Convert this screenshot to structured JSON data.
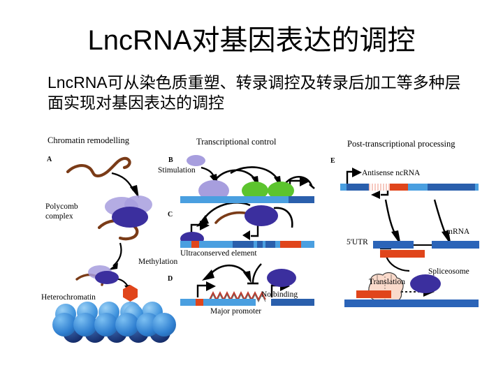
{
  "slide": {
    "title": "LncRNA对基因表达的调控",
    "subtitle": "LncRNA可从染色质重塑、转录调控及转录后加工等多种层面实现对基因表达的调控",
    "background_color": "#ffffff"
  },
  "figure": {
    "panels": [
      {
        "id": "left",
        "heading": "Chromatin remodelling",
        "letters": [
          "A"
        ],
        "labels": [
          "Polycomb complex",
          "Methylation",
          "Heterochromatin"
        ]
      },
      {
        "id": "middle",
        "heading": "Transcriptional control",
        "letters": [
          "B",
          "C",
          "D"
        ],
        "labels": [
          "Stimulation",
          "Ultraconserved element",
          "No binding",
          "Major promoter"
        ]
      },
      {
        "id": "right",
        "heading": "Post-transcriptional processing",
        "letters": [
          "E"
        ],
        "labels": [
          "Antisense ncRNA",
          "5'UTR",
          "mRNA",
          "Spliceosome",
          "Translation"
        ]
      }
    ],
    "label_text": {
      "chromatin_remodelling": "Chromatin remodelling",
      "transcriptional_control": "Transcriptional control",
      "post_transcriptional_processing": "Post-transcriptional processing",
      "a": "A",
      "b": "B",
      "c": "C",
      "d": "D",
      "e": "E",
      "polycomb_line1": "Polycomb",
      "polycomb_line2": "complex",
      "methylation": "Methylation",
      "heterochromatin": "Heterochromatin",
      "stimulation": "Stimulation",
      "ultraconserved_element": "Ultraconserved element",
      "no_binding": "No binding",
      "major_promoter": "Major promoter",
      "antisense_ncrna": "Antisense ncRNA",
      "utr": "5'UTR",
      "mrna": "mRNA",
      "spliceosome": "Spliceosome",
      "translation": "Translation"
    },
    "colors": {
      "rna_strand": "#7a3b17",
      "purple_light": "#a79ede",
      "purple_dark": "#3b2f9e",
      "green_protein": "#5cc42e",
      "dna_light_blue": "#4a9fe0",
      "dna_dark_blue": "#2a5fac",
      "mrna_blue": "#2b64b8",
      "orange": "#e0451b",
      "methyl_hexagon": "#e0451b",
      "nucleosome_light": "#5aa9e8",
      "nucleosome_mid": "#2f7fd0",
      "nucleosome_dark": "#15306e",
      "ribosome": "#fadacb",
      "zigzag": "#c0392b"
    }
  }
}
